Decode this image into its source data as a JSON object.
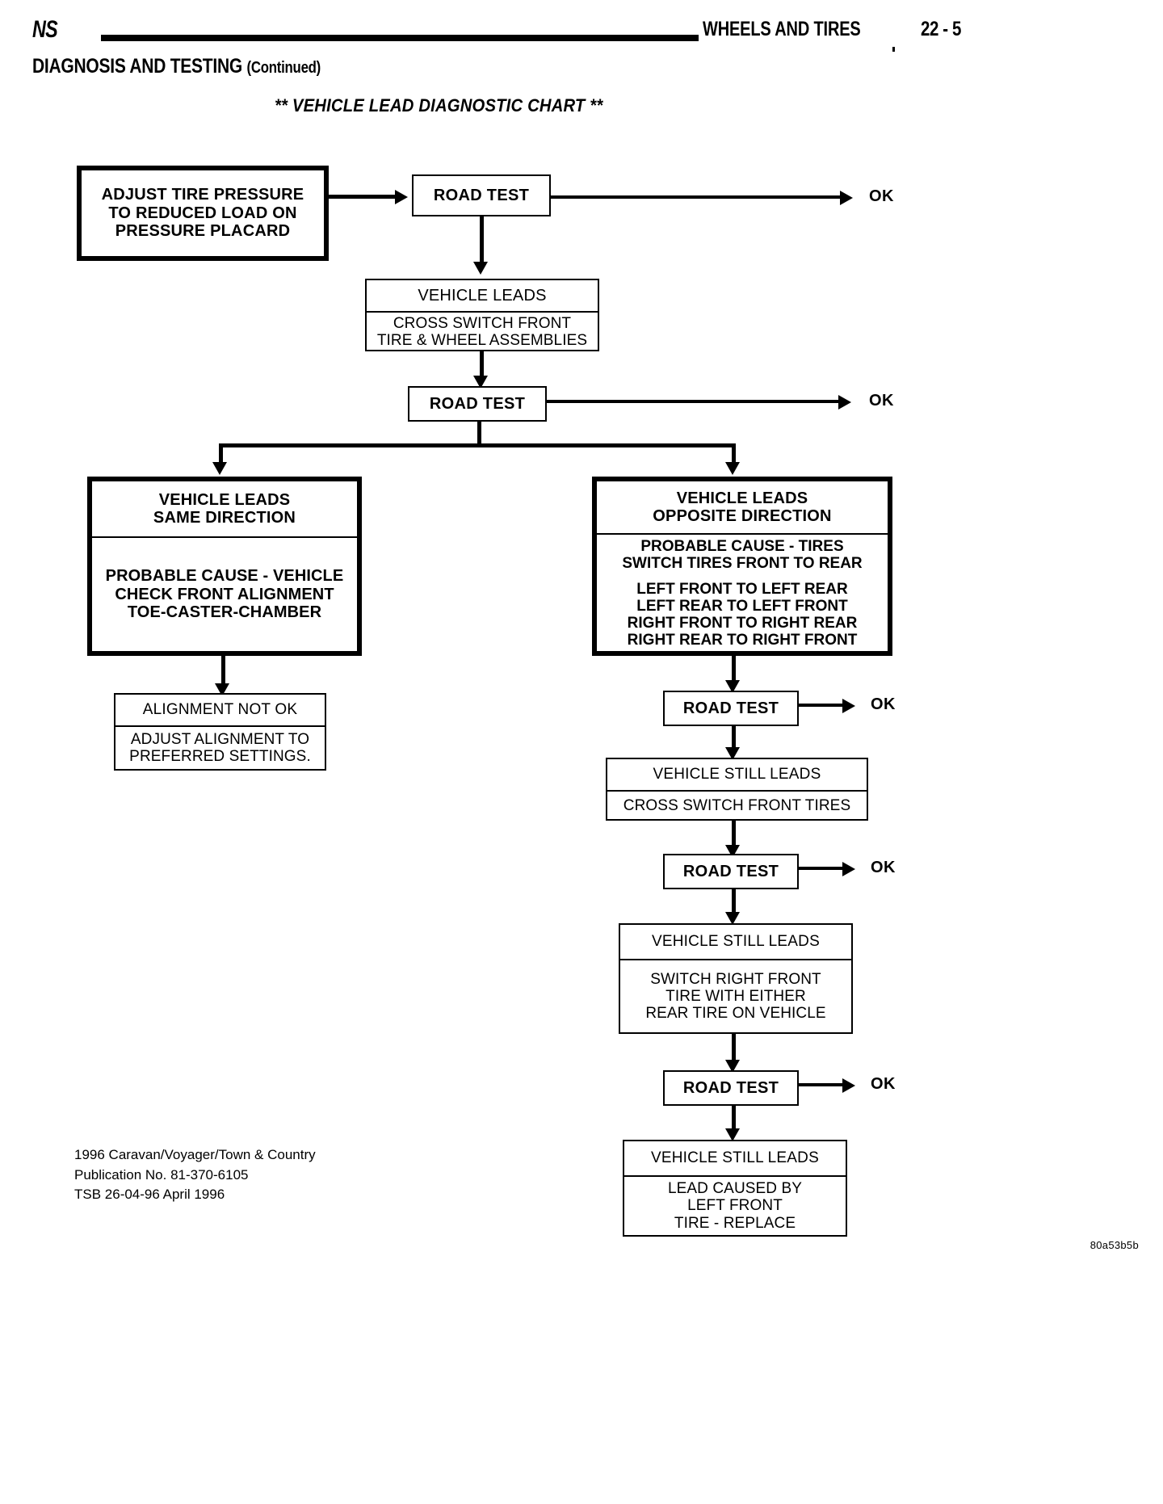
{
  "header": {
    "book_code": "NS",
    "section_title": "WHEELS AND TIRES",
    "page_number": "22 - 5",
    "subhead": "DIAGNOSIS AND TESTING",
    "subhead_continued": "(Continued)",
    "chart_title": "**   VEHICLE LEAD DIAGNOSTIC CHART   **"
  },
  "labels": {
    "ok": "OK"
  },
  "nodes": {
    "adjust_pressure": {
      "line1": "ADJUST TIRE PRESSURE",
      "line2": "TO REDUCED LOAD ON",
      "line3": "PRESSURE PLACARD"
    },
    "road_test_1": "ROAD TEST",
    "vehicle_leads_1": {
      "head": "VEHICLE LEADS",
      "body_line1": "CROSS SWITCH FRONT",
      "body_line2": "TIRE & WHEEL ASSEMBLIES"
    },
    "road_test_2": "ROAD TEST",
    "leads_same": {
      "head_line1": "VEHICLE LEADS",
      "head_line2": "SAME DIRECTION",
      "body_line1": "PROBABLE CAUSE - VEHICLE",
      "body_line2": "CHECK FRONT ALIGNMENT",
      "body_line3": "TOE-CASTER-CHAMBER"
    },
    "alignment_not_ok": {
      "head": "ALIGNMENT NOT OK",
      "body_line1": "ADJUST ALIGNMENT TO",
      "body_line2": "PREFERRED SETTINGS."
    },
    "leads_opposite": {
      "head_line1": "VEHICLE LEADS",
      "head_line2": "OPPOSITE DIRECTION",
      "body_line1": "PROBABLE CAUSE - TIRES",
      "body_line2": "SWITCH TIRES FRONT TO REAR",
      "body_line3": "LEFT FRONT TO LEFT REAR",
      "body_line4": "LEFT REAR TO LEFT FRONT",
      "body_line5": "RIGHT FRONT TO RIGHT REAR",
      "body_line6": "RIGHT REAR TO RIGHT FRONT"
    },
    "road_test_3": "ROAD TEST",
    "still_leads_1": {
      "head": "VEHICLE STILL LEADS",
      "body": "CROSS SWITCH FRONT TIRES"
    },
    "road_test_4": "ROAD TEST",
    "still_leads_2": {
      "head": "VEHICLE STILL LEADS",
      "body_line1": "SWITCH RIGHT FRONT",
      "body_line2": "TIRE WITH EITHER",
      "body_line3": "REAR TIRE ON VEHICLE"
    },
    "road_test_5": "ROAD TEST",
    "still_leads_3": {
      "head": "VEHICLE STILL LEADS",
      "body_line1": "LEAD CAUSED BY",
      "body_line2": "LEFT FRONT",
      "body_line3": "TIRE - REPLACE"
    }
  },
  "footer": {
    "text": "1996 Caravan/Voyager/Town & Country\nPublication No. 81-370-6105\nTSB 26-04-96  April 1996",
    "image_code": "80a53b5b"
  }
}
